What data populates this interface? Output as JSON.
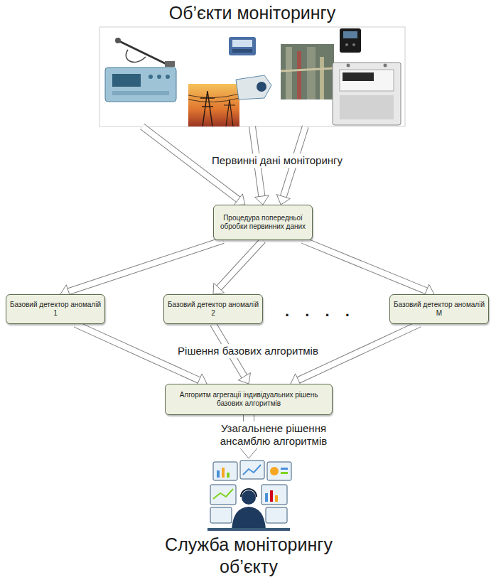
{
  "diagram": {
    "nodes": [
      {
        "text": [
          "Об’єкти моніторингу"
        ]
      },
      {
        "text": [
          "Процедура попередньої обробки первинних даних"
        ]
      },
      {
        "text": [
          "Базовий детектор аномалій 1"
        ]
      },
      {
        "text": [
          "Базовий детектор аномалій 2"
        ]
      },
      {
        "text": [
          "Базовий детектор аномалій М"
        ]
      },
      {
        "text": [
          "Алгоритм агрегації індивідуальних рішень базових алгоритмів"
        ]
      },
      {
        "text": [
          "Служба моніторингу об’єкту"
        ]
      }
    ],
    "edges": [
      {
        "from": 0,
        "to": 1,
        "arrow": "to"
      },
      {
        "from": 0,
        "to": 1,
        "label": "Первинні дані моніторингу",
        "arrow": "to"
      },
      {
        "from": 0,
        "to": 1,
        "arrow": "to"
      },
      {
        "from": 1,
        "to": 2,
        "arrow": "to"
      },
      {
        "from": 1,
        "to": 3,
        "arrow": "to"
      },
      {
        "from": 1,
        "to": 4,
        "arrow": "to"
      },
      {
        "from": 2,
        "to": 5,
        "arrow": "to"
      },
      {
        "from": 3,
        "to": 5,
        "label": "Рішення базових алгоритмів",
        "arrow": "to"
      },
      {
        "from": 4,
        "to": 5,
        "arrow": "to"
      },
      {
        "from": 5,
        "to": 6,
        "label": "Узагальнене рішення ансамблю алгоритмів",
        "arrow": "to"
      }
    ],
    "labels": [
      ". . . ."
    ]
  }
}
